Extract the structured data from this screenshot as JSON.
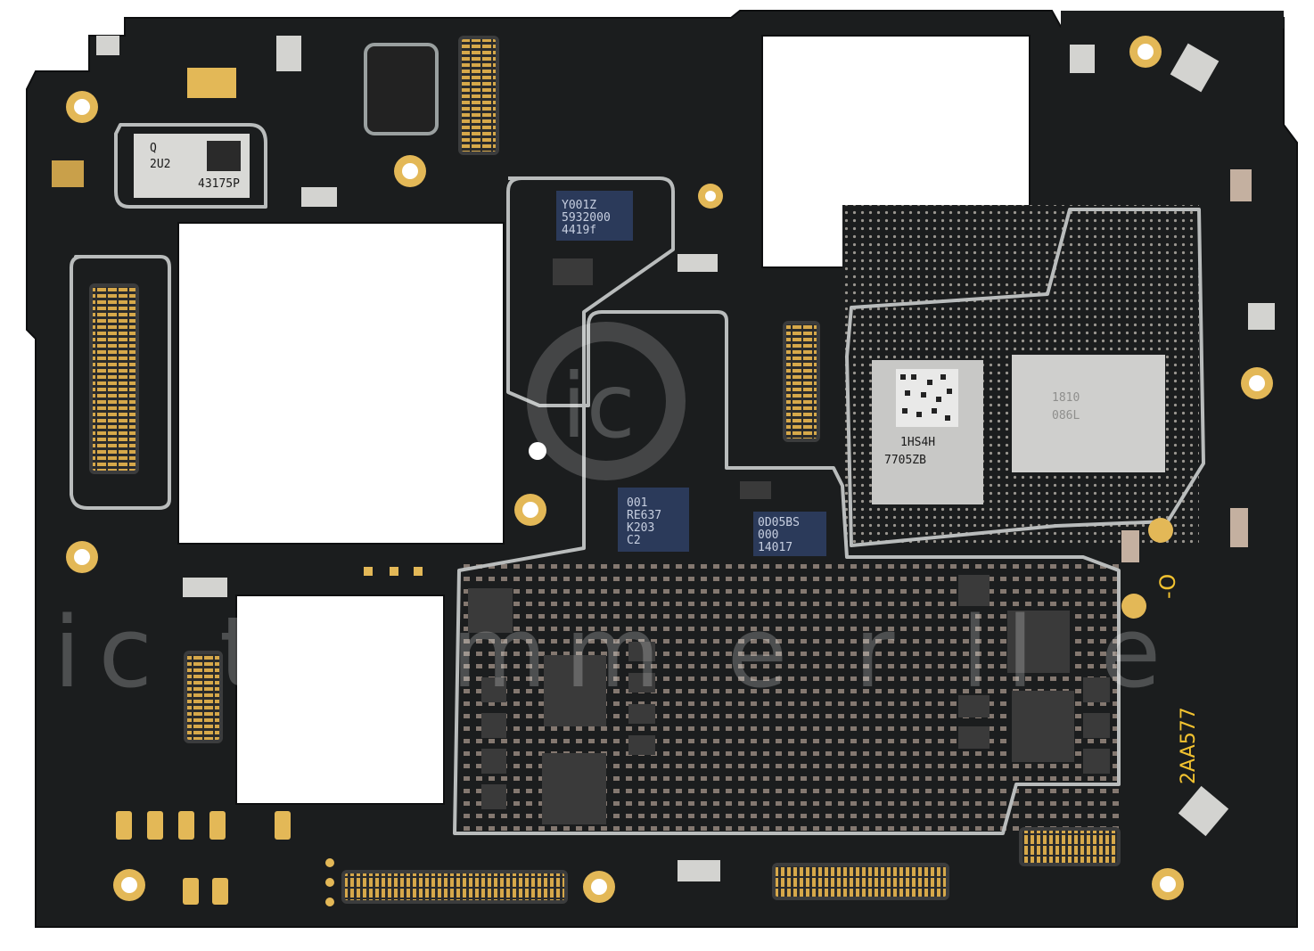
{
  "board": {
    "silkscreen_code": "2AA577",
    "colors": {
      "pcb": "#1b1d1e",
      "pcb_edge": "#121314",
      "gold": "#e3b857",
      "shield": "#b9bcbc",
      "component": "#8a7d74"
    }
  },
  "chips": {
    "pmic_top_left": {
      "line1": "Q",
      "line2": "2U2",
      "line3": "43175P"
    },
    "ic_top_middle": {
      "line1": "Y001Z",
      "line2": "5932000",
      "line3": "4419f"
    },
    "ic_center_left": {
      "line1": "001",
      "line2": "RE637",
      "line3": "K203",
      "line4": "C2"
    },
    "ic_center_right": {
      "line1": "0D05BS",
      "line2": "000",
      "line3": "14017"
    },
    "soc": {
      "line1": "7705ZB",
      "line2": "1HS4H"
    },
    "memory": {
      "line1": "1810",
      "line2": "086L"
    }
  },
  "watermark": {
    "logo_letters": "ic",
    "tagline": "ic t o mm e r ll e"
  }
}
